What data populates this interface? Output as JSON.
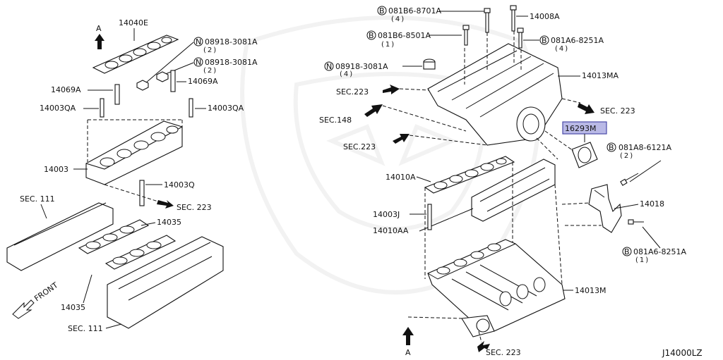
{
  "drawing_code": "J14000LZ",
  "labels": {
    "p14040E": "14040E",
    "p14069A_l": "14069A",
    "p14069A_r": "14069A",
    "p14003QA_l": "14003QA",
    "p14003QA_r": "14003QA",
    "p14003": "14003",
    "p14003Q": "14003Q",
    "p14035_t": "14035",
    "p14035_b": "14035",
    "p14008A": "14008A",
    "p14013MA": "14013MA",
    "p16293M": "16293M",
    "p14010A": "14010A",
    "p14003J": "14003J",
    "p14010AA": "14010AA",
    "p14018": "14018",
    "p14013M": "14013M"
  },
  "bolts": {
    "n1": {
      "code": "08918-3081A",
      "qty": "(2)",
      "prefix": "N"
    },
    "n2": {
      "code": "08918-3081A",
      "qty": "(2)",
      "prefix": "N"
    },
    "n3": {
      "code": "08918-3081A",
      "qty": "(4)",
      "prefix": "N"
    },
    "b1": {
      "code": "081B6-8701A",
      "qty": "(4)",
      "prefix": "B"
    },
    "b2": {
      "code": "081B6-8501A",
      "qty": "(1)",
      "prefix": "B"
    },
    "b3": {
      "code": "081A6-8251A",
      "qty": "(4)",
      "prefix": "B"
    },
    "b4": {
      "code": "081A8-6121A",
      "qty": "(2)",
      "prefix": "B"
    },
    "b5": {
      "code": "081A6-8251A",
      "qty": "(1)",
      "prefix": "B"
    }
  },
  "sections": {
    "s111_t": "SEC. 111",
    "s111_b": "SEC. 111",
    "s223_l": "SEC. 223",
    "s223_a": "SEC.223",
    "s148": "SEC.148",
    "s223_b": "SEC.223",
    "s223_r": "SEC. 223",
    "s223_bot": "SEC. 223"
  },
  "markers": {
    "a_top": "A",
    "a_bot": "A",
    "front": "FRONT"
  },
  "colors": {
    "highlight_fill": "#b9b9e6",
    "highlight_stroke": "#4a4aa8",
    "line": "#111111"
  }
}
